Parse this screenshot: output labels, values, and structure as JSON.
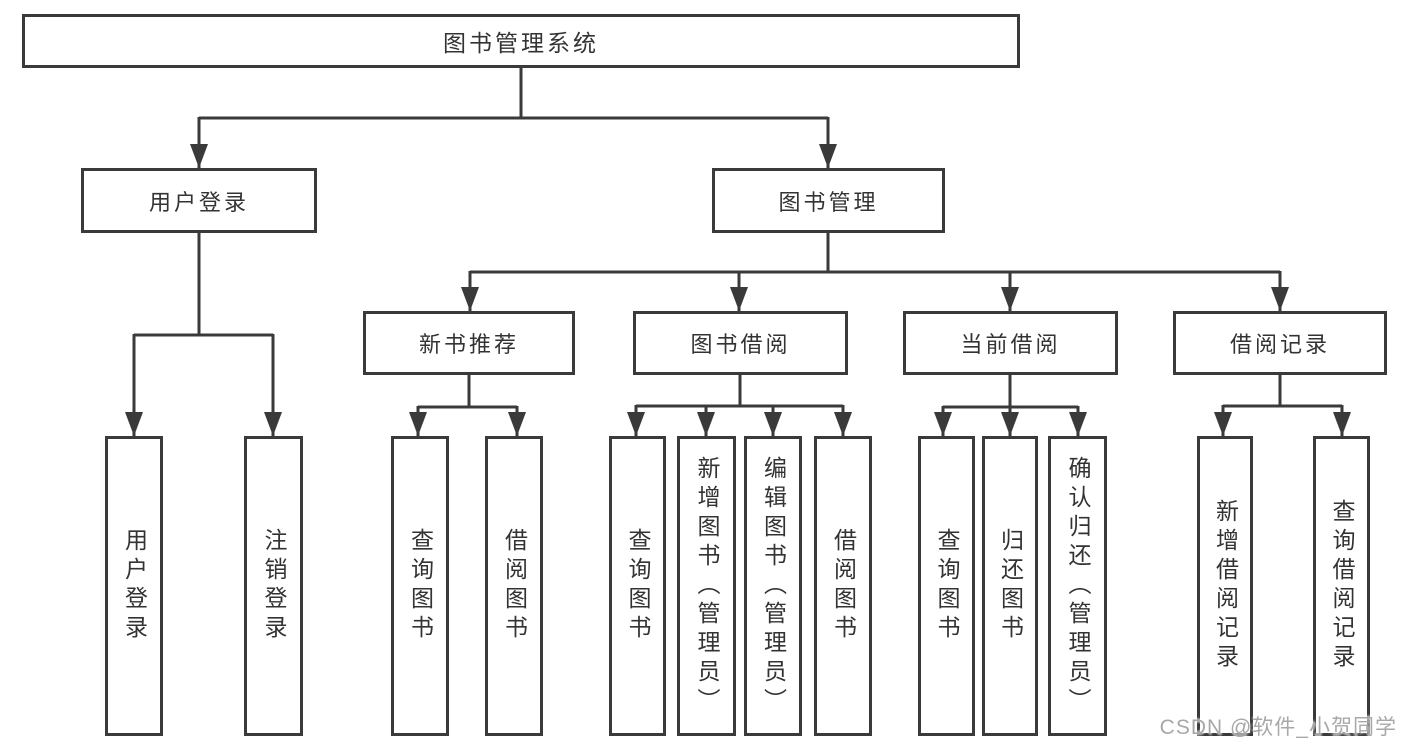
{
  "diagram_type": "hierarchy-structure-chart",
  "tree": {
    "root": "图书管理系统",
    "branches": [
      {
        "label": "用户登录",
        "children": [
          "用户登录",
          "注销登录"
        ]
      },
      {
        "label": "图书管理",
        "groups": [
          {
            "label": "新书推荐",
            "children": [
              "查询图书",
              "借阅图书"
            ]
          },
          {
            "label": "图书借阅",
            "children": [
              "查询图书",
              "新增图书（管理员）",
              "编辑图书（管理员）",
              "借阅图书"
            ]
          },
          {
            "label": "当前借阅",
            "children": [
              "查询图书",
              "归还图书",
              "确认归还（管理员）"
            ]
          },
          {
            "label": "借阅记录",
            "children": [
              "新增借阅记录",
              "查询借阅记录"
            ]
          }
        ]
      }
    ]
  },
  "watermark": {
    "text": "CSDN @软件_小贺同学"
  },
  "colors": {
    "line": "#3a3a3a",
    "box_border": "#3a3a3a",
    "text": "#333333",
    "watermark": "#a8a8a8",
    "background": "#ffffff"
  }
}
